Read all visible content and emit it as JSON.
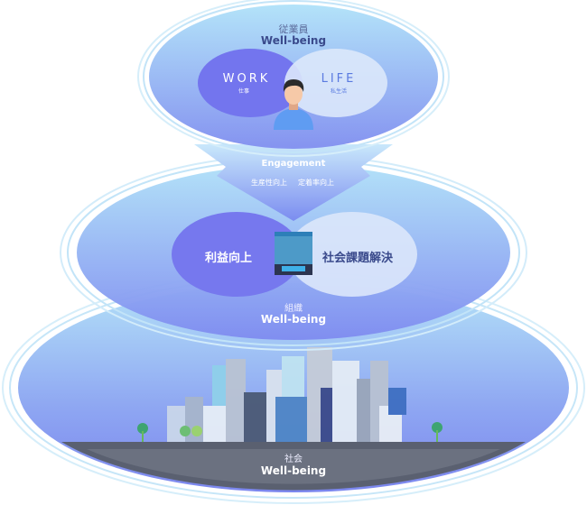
{
  "employee": {
    "title": "従業員",
    "subtitle": "Well-being"
  },
  "work": {
    "label": "WORK",
    "sub": "仕事"
  },
  "life": {
    "label": "LIFE",
    "sub": "私生活"
  },
  "engagement": {
    "label": "Engagement",
    "item1": "生産性向上",
    "item2": "定着率向上"
  },
  "organization": {
    "left": "利益向上",
    "right": "社会課題解決",
    "title": "組織",
    "subtitle": "Well-being"
  },
  "society": {
    "title": "社会",
    "subtitle": "Well-being"
  },
  "colors": {
    "sky": "#a9dcf5",
    "purple": "#7a7ef0",
    "navy": "#3a4a8c",
    "ground": "#5a6070"
  }
}
